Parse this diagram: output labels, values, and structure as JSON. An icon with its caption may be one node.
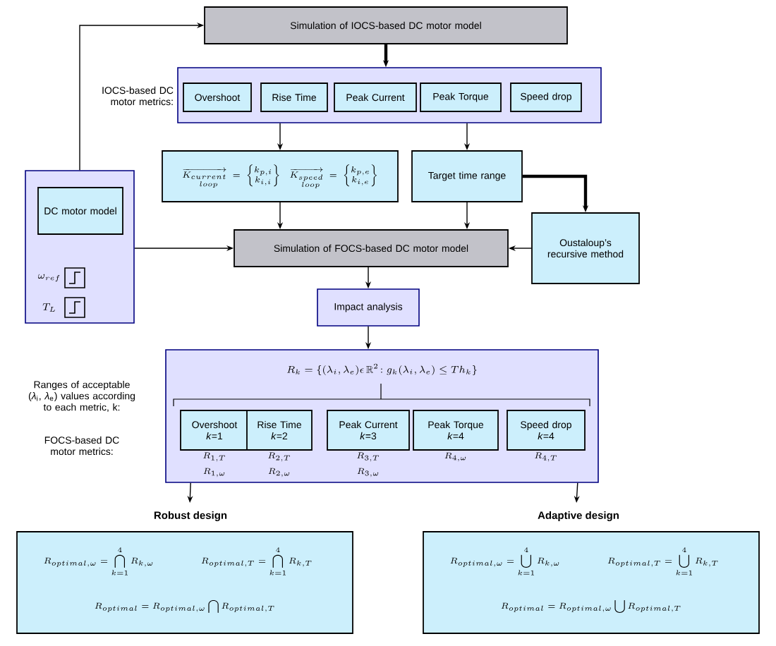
{
  "diagram": {
    "nodes": [
      {
        "text": [
          "Simulation of IOCS-based DC motor model"
        ]
      },
      {
        "text": [],
        "shape": "box",
        "beside": [
          "IOCS-based DC motor metrics:"
        ]
      },
      {
        "text": [
          "Overshoot"
        ],
        "in": 1
      },
      {
        "text": [
          "Rise Time"
        ],
        "in": 1
      },
      {
        "text": [
          "Peak Current"
        ],
        "in": 1
      },
      {
        "text": [
          "Peak Torque"
        ],
        "in": 1
      },
      {
        "text": [
          "Speed drop"
        ],
        "in": 1
      },
      {
        "text": [
          "\\overrightarrow{K_{\\substack{current\\\\ loop}}}=\\begin{Bmatrix}k_{p,i}\\\\ k_{i,i}\\end{Bmatrix}",
          "\\overrightarrow{K_{\\substack{speed\\\\ loop}}}=\\begin{Bmatrix}k_{p,e}\\\\ k_{i,e}\\end{Bmatrix}"
        ]
      },
      {
        "text": [
          "Target time range"
        ]
      },
      {
        "text": [
          "Oustaloup’s recursive method"
        ]
      },
      {
        "text": [],
        "shape": "box"
      },
      {
        "text": [
          "DC motor model"
        ],
        "in": 10
      },
      {
        "text": [
          "Simulation of FOCS-based DC motor model"
        ]
      },
      {
        "text": [
          "Impact analysis"
        ]
      },
      {
        "text": [
          "R_k=\\{(\\lambda_i,\\lambda_e)\\epsilon\\,\\mathbb{R}^2\\!: g_k(\\lambda_i,\\lambda_e)\\le Th_k\\}"
        ],
        "beside": [
          "Ranges of acceptable (*λ*$_{i}$, *λ*$_{e}$) values according to each metric, k:",
          "FOCS-based DC motor metrics:"
        ]
      },
      {
        "text": [
          "Overshoot",
          "*k*=1"
        ],
        "in": 14,
        "beside": [
          "R_{1,T}",
          "R_{1,\\omega}"
        ]
      },
      {
        "text": [
          "Rise Time",
          "*k*=2"
        ],
        "in": 14,
        "beside": [
          "R_{2,T}",
          "R_{2,\\omega}"
        ]
      },
      {
        "text": [
          "Peak Current",
          "*k*=3"
        ],
        "in": 14,
        "beside": [
          "R_{3,T}",
          "R_{3,\\omega}"
        ]
      },
      {
        "text": [
          "Peak Torque",
          "*k*=4"
        ],
        "in": 14,
        "beside": [
          "R_{4,\\omega}"
        ]
      },
      {
        "text": [
          "Speed drop",
          "*k*=4"
        ],
        "in": 14,
        "beside": [
          "R_{4,T}"
        ]
      },
      {
        "text": [
          "Robust design",
          "R_{optimal,\\omega}=\\bigcap_{k=1}^{4}R_{k,\\omega}",
          "R_{optimal,T}=\\bigcap_{k=1}^{4}R_{k,T}",
          "R_{optimal}=R_{optimal,\\omega}\\bigcap R_{optimal,T}"
        ]
      },
      {
        "text": [
          "Adaptive design",
          "R_{optimal,\\omega}=\\bigcup_{k=1}^{4}R_{k,\\omega}",
          "R_{optimal,T}=\\bigcup_{k=1}^{4}R_{k,T}",
          "R_{optimal}=R_{optimal,\\omega}\\bigcup R_{optimal,T}"
        ]
      }
    ],
    "edges": [
      {
        "from": 10,
        "to": 0,
        "arrow": "to"
      },
      {
        "from": 0,
        "to": 1,
        "arrow": "to",
        "style": "thick"
      },
      {
        "from": 1,
        "to": 7,
        "arrow": "to"
      },
      {
        "from": 1,
        "to": 8,
        "arrow": "to"
      },
      {
        "from": 8,
        "to": 9,
        "arrow": "to",
        "style": "thick"
      },
      {
        "from": 7,
        "to": 12,
        "arrow": "to"
      },
      {
        "from": 8,
        "to": 12,
        "arrow": "to"
      },
      {
        "from": 10,
        "to": 12,
        "arrow": "to"
      },
      {
        "from": 9,
        "to": 12,
        "arrow": "to"
      },
      {
        "from": 12,
        "to": 13,
        "arrow": "to"
      },
      {
        "from": 13,
        "to": 14,
        "arrow": "to"
      },
      {
        "from": 14,
        "to": 20,
        "arrow": "to"
      },
      {
        "from": 14,
        "to": 21,
        "arrow": "to"
      }
    ],
    "labels": [
      "\\omega_{ref}",
      "T_L"
    ]
  }
}
